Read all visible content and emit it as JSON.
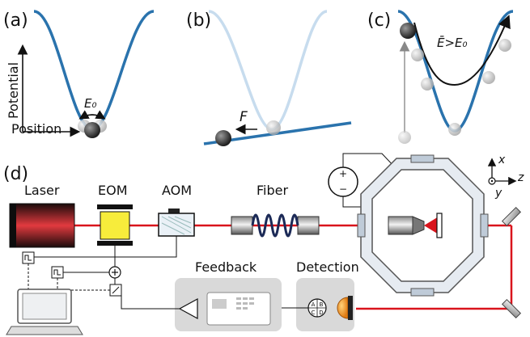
{
  "panels": {
    "a": {
      "label": "(a)",
      "axis_y": "Potential",
      "axis_x": "Position",
      "energy_label": "E₀"
    },
    "b": {
      "label": "(b)",
      "force_label": "F"
    },
    "c": {
      "label": "(c)",
      "energy_label": "Ē>E₀"
    },
    "d": {
      "label": "(d)",
      "components": {
        "laser": "Laser",
        "eom": "EOM",
        "aom": "AOM",
        "fiber": "Fiber",
        "feedback": "Feedback",
        "detection": "Detection"
      },
      "axes": {
        "x": "x",
        "y": "y",
        "z": "z"
      },
      "quadrant_letters": [
        "A",
        "B",
        "C",
        "D"
      ],
      "polarity": [
        "+",
        "−"
      ]
    }
  },
  "colors": {
    "potential_blue": "#2a73ad",
    "potential_faded": "#c7dcee",
    "laser_red": "#d9141c",
    "feedback_gray": "#d9d9d9",
    "particle_dark": "#3a3a3a",
    "particle_ghost": "#bcbcbc"
  }
}
